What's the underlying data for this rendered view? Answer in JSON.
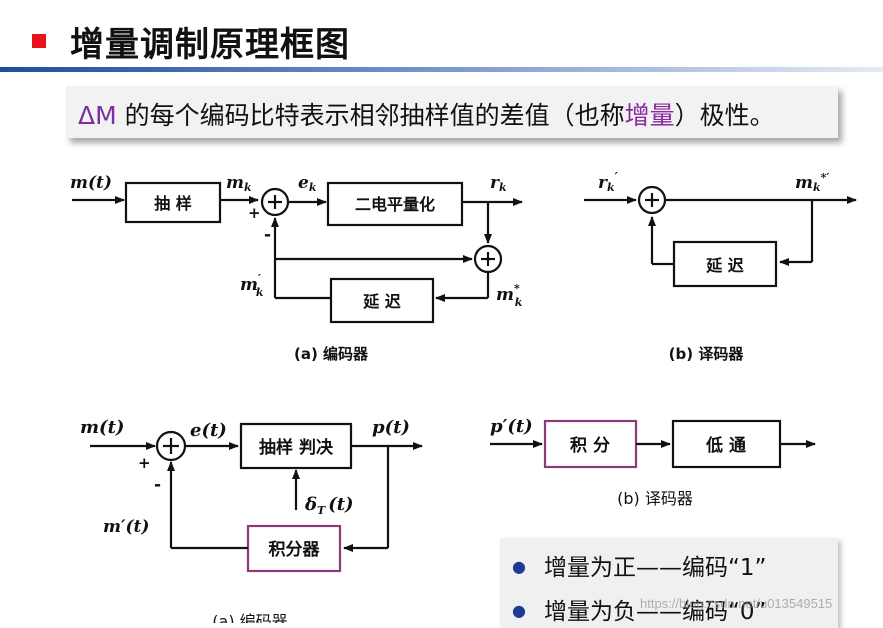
{
  "title": "增量调制原理框图",
  "description": {
    "delta_symbol": "ΔM",
    "text_before": " 的每个编码比特表示相邻抽样值的差值（也称",
    "highlight": "增量",
    "text_after": "）极性。"
  },
  "diagram_top_encoder": {
    "input": "m(t)",
    "sampler": "抽 样",
    "m_k": "m",
    "m_k_sub": "k",
    "e_k": "e",
    "e_k_sub": "k",
    "quantizer": "二电平量化",
    "r_k": "r",
    "r_k_sub": "k",
    "plus_sign": "+",
    "minus_sign": "-",
    "m_k_prime": "m",
    "m_k_prime_sub": "k",
    "m_k_prime_sup": "′",
    "m_k_star": "m",
    "m_k_star_sub": "k",
    "m_k_star_sup": "*",
    "delay": "延 迟",
    "caption": "(a) 编码器"
  },
  "diagram_top_decoder": {
    "input": "r",
    "input_sub": "k",
    "input_sup": "′",
    "output": "m",
    "output_sub": "k",
    "output_sup": "*′",
    "delay": "延 迟",
    "caption": "(b) 译码器"
  },
  "diagram_bottom_encoder": {
    "input": "m(t)",
    "error": "e(t)",
    "decider": "抽样 判决",
    "output": "p(t)",
    "clock": "δ",
    "clock_sub": "T",
    "clock_arg": "(t)",
    "feedback": "m′(t)",
    "integrator": "积分器",
    "plus_sign": "+",
    "minus_sign": "-",
    "caption": "(a) 编码器"
  },
  "diagram_bottom_decoder": {
    "input": "p′(t)",
    "integrator": "积 分",
    "lowpass": "低 通",
    "caption": "(b) 译码器"
  },
  "notes": [
    "增量为正——编码“1”",
    "增量为负——编码“0”"
  ],
  "watermark": "https://blog.csdn.net/u013549515"
}
